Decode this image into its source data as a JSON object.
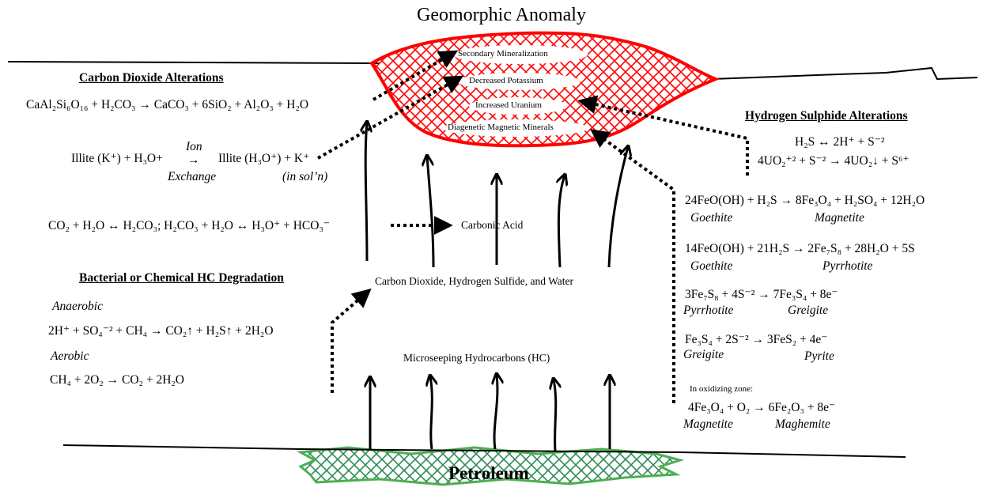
{
  "title": "Geomorphic Anomaly",
  "colors": {
    "anomaly": "#ff0000",
    "petroleum": "#2e8b57",
    "line": "#000000"
  },
  "anomaly_labels": {
    "secondary": "Secondary Mineralization",
    "potassium": "Decreased Potassium",
    "uranium": "Increased Uranium",
    "magnetic": "Diagenetic Magnetic Minerals"
  },
  "carbon_dioxide": {
    "header": "Carbon Dioxide Alterations",
    "eq_feldspar": "CaAl₂Si₆O₁₆ + H₂CO₃ → CaCO₃ + 6SiO₂ + Al₂O₃ + H₂O",
    "illite_left": "Illite (K⁺) + H₃O+",
    "ion": "Ion",
    "arrow": "→",
    "exchange": "Exchange",
    "illite_right": "Illite (H₃O⁺) + K⁺",
    "in_solution": "(in sol’n)",
    "eq_carbonic": "CO₂ + H₂O ↔ H₂CO₃; H₂CO₃ + H₂O ↔ H₃O⁺ + HCO₃⁻",
    "carbonic_acid": "Carbonic Acid"
  },
  "degradation": {
    "header": "Bacterial or Chemical HC Degradation",
    "anaerobic": "Anaerobic",
    "eq_anaerobic": "2H⁺ + SO₄⁻² + CH₄ → CO₂↑ + H₂S↑ + 2H₂O",
    "aerobic": "Aerobic",
    "eq_aerobic": "CH₄ + 2O₂ → CO₂ + 2H₂O"
  },
  "center": {
    "products": "Carbon Dioxide, Hydrogen Sulfide, and Water",
    "hc": "Microseeping Hydrocarbons (HC)",
    "petroleum": "Petroleum"
  },
  "hydrogen_sulphide": {
    "header": "Hydrogen Sulphide Alterations",
    "eq1": "H₂S ↔ 2H⁺ + S⁻²",
    "eq2": "4UO₂⁺² + S⁻² → 4UO₂↓ + S⁶⁺",
    "eq3": "24FeO(OH) + H₂S → 8Fe₃O₄ + H₂SO₄ + 12H₂O",
    "eq3_a": "Goethite",
    "eq3_b": "Magnetite",
    "eq4": "14FeO(OH) + 21H₂S → 2Fe₇S₈ + 28H₂O + 5S",
    "eq4_a": "Goethite",
    "eq4_b": "Pyrrhotite",
    "eq5": "3Fe₇S₈ + 4S⁻² → 7Fe₃S₄ + 8e⁻",
    "eq5_a": "Pyrrhotite",
    "eq5_b": "Greigite",
    "eq6": "Fe₃S₄ + 2S⁻² → 3FeS₂ + 4e⁻",
    "eq6_a": "Greigite",
    "eq6_b": "Pyrite",
    "oxidizing": "In oxidizing zone:",
    "eq7": "4Fe₃O₄ + O₂ → 6Fe₂O₃ + 8e⁻",
    "eq7_a": "Magnetite",
    "eq7_b": "Maghemite"
  }
}
